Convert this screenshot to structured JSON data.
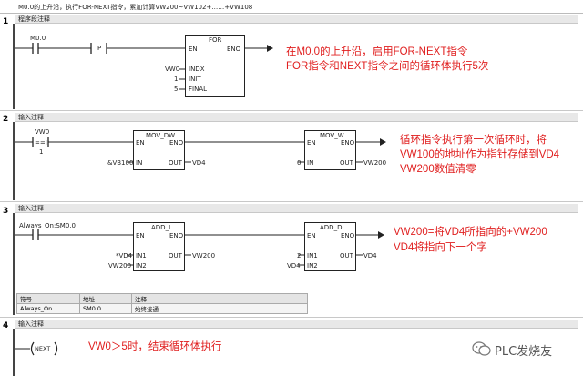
{
  "top_comment": "M0.0的上升沿，执行FOR-NEXT指令，累加计算VW200~VW102+……+VW108",
  "networks": [
    {
      "number": "1",
      "comment": "程序段注释",
      "contact1": "M0.0",
      "contact2_symbol": "P",
      "block": {
        "name": "FOR",
        "en": "EN",
        "eno": "ENO",
        "pin1": "INDX",
        "pin2": "INIT",
        "pin3": "FINAL",
        "val1": "VW0",
        "val2": "1",
        "val3": "5"
      },
      "annotation": [
        "在M0.0的上升沿，启用FOR-NEXT指令",
        "FOR指令和NEXT指令之间的循环体执行5次"
      ]
    },
    {
      "number": "2",
      "comment": "输入注释",
      "contact1": "VW0",
      "contact1_op": "==I",
      "contact1_val": "1",
      "block1": {
        "name": "MOV_DW",
        "en": "EN",
        "eno": "ENO",
        "in": "IN",
        "out": "OUT",
        "in_val": "&VB100",
        "out_val": "VD4"
      },
      "block2": {
        "name": "MOV_W",
        "en": "EN",
        "eno": "ENO",
        "in": "IN",
        "out": "OUT",
        "in_val": "0",
        "out_val": "VW200"
      },
      "annotation": [
        "循环指令执行第一次循环时，将",
        "VW100的地址作为指针存储到VD4",
        "VW200数值清零"
      ]
    },
    {
      "number": "3",
      "comment": "输入注释",
      "contact1": "Always_On:SM0.0",
      "block1": {
        "name": "ADD_I",
        "en": "EN",
        "eno": "ENO",
        "in1": "IN1",
        "in2": "IN2",
        "out": "OUT",
        "in1_val": "*VD4",
        "in2_val": "VW200",
        "out_val": "VW200"
      },
      "block2": {
        "name": "ADD_DI",
        "en": "EN",
        "eno": "ENO",
        "in1": "IN1",
        "in2": "IN2",
        "out": "OUT",
        "in1_val": "2",
        "in2_val": "VD4",
        "out_val": "VD4"
      },
      "annotation": [
        "VW200=将VD4所指向的+VW200",
        "VD4将指向下一个字"
      ],
      "symbol_table": {
        "headers": [
          "符号",
          "地址",
          "注释"
        ],
        "rows": [
          [
            "Always_On",
            "SM0.0",
            "始终接通"
          ]
        ]
      }
    },
    {
      "number": "4",
      "comment": "输入注释",
      "coil": "NEXT",
      "annotation": [
        "VW0＞5时，结束循环体执行"
      ]
    }
  ],
  "watermark": "PLC发烧友",
  "colors": {
    "annotation": "#e02020",
    "wire": "#222222",
    "header": "#e8e8e8"
  }
}
